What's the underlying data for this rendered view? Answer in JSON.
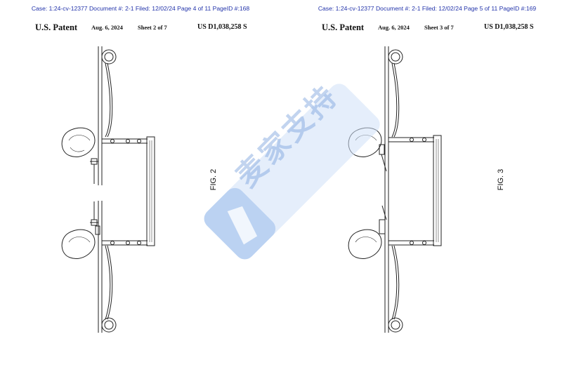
{
  "pages": [
    {
      "case_header": "Case: 1:24-cv-12377 Document #: 2-1 Filed: 12/02/24 Page 4 of 11 PageID #:168",
      "patent_title": "U.S. Patent",
      "date": "Aug. 6, 2024",
      "sheet": "Sheet 2 of 7",
      "patent_number": "US D1,038,258 S",
      "figure_label": "FIG. 2"
    },
    {
      "case_header": "Case: 1:24-cv-12377 Document #: 2-1 Filed: 12/02/24 Page 5 of 11 PageID #:169",
      "patent_title": "U.S. Patent",
      "date": "Aug. 6, 2024",
      "sheet": "Sheet 3 of 7",
      "patent_number": "US D1,038,258 S",
      "figure_label": "FIG. 3"
    }
  ],
  "watermark": {
    "text": "麦家支持",
    "color": "#8fb3e6"
  }
}
